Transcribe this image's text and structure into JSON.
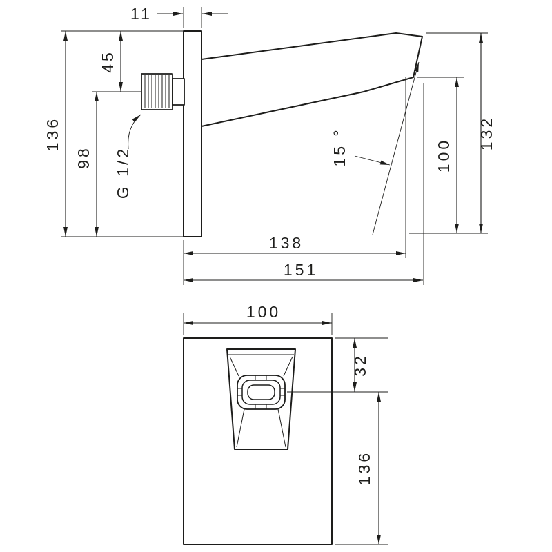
{
  "colors": {
    "line": "#1d1d1b",
    "background": "#ffffff"
  },
  "top_view": {
    "plate_thickness": "11",
    "plate_height": "136",
    "thread_to_bottom": "98",
    "top_to_thread": "45",
    "thread_size": "G 1/2",
    "spout_angle": "15 °",
    "outlet_height": "100",
    "overall_height": "132",
    "outlet_reach": "138",
    "overall_reach": "151"
  },
  "front_view": {
    "plate_width": "100",
    "top_to_outlet": "32",
    "outlet_to_bottom": "136"
  }
}
